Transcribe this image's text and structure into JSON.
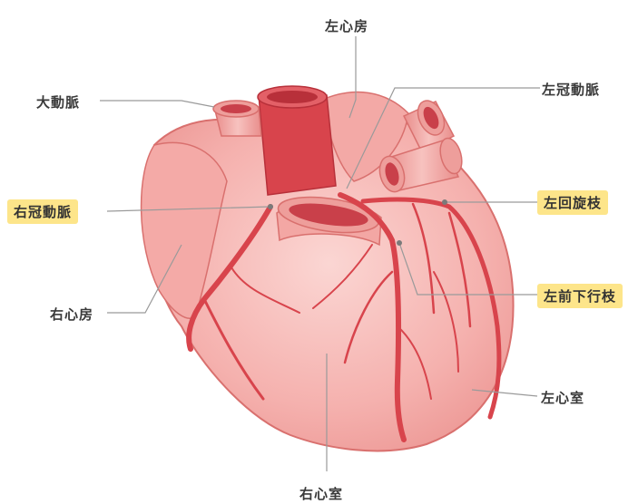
{
  "labels": {
    "left_atrium": "左心房",
    "aorta": "大動脈",
    "left_coronary_artery": "左冠動脈",
    "right_coronary_artery": "右冠動脈",
    "left_circumflex": "左回旋枝",
    "right_atrium": "右心房",
    "left_anterior_descending": "左前下行枝",
    "left_ventricle": "左心室",
    "right_ventricle": "右心室"
  },
  "colors": {
    "heart_fill": "#f6b3b1",
    "heart_light": "#fbd3d0",
    "heart_outline": "#d9706e",
    "vessel": "#d8444c",
    "vessel_dark": "#b8303a",
    "highlight": "#fde58a",
    "leader_line": "#9a9a9a"
  }
}
